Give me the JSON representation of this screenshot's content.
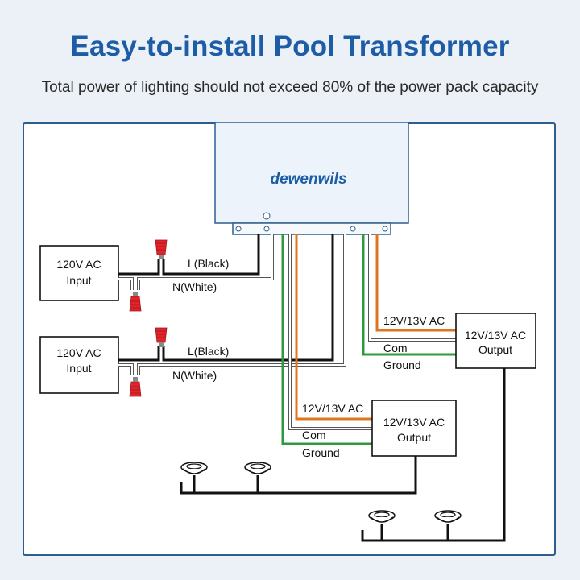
{
  "header": {
    "title": "Easy-to-install Pool Transformer",
    "subtitle": "Total power of lighting should not exceed 80% of the power pack capacity"
  },
  "transformer": {
    "brand": "dewenwils",
    "body_color": "#edf3fa",
    "border_color": "#2e5d8f",
    "brand_color": "#1d5da6"
  },
  "inputs": [
    {
      "line1": "120V AC",
      "line2": "Input",
      "hot_label": "L(Black)",
      "neutral_label": "N(White)"
    },
    {
      "line1": "120V AC",
      "line2": "Input",
      "hot_label": "L(Black)",
      "neutral_label": "N(White)"
    }
  ],
  "outputs": [
    {
      "line1": "12V/13V AC",
      "line2": "Output",
      "v_label": "12V/13V AC",
      "com_label": "Com",
      "ground_label": "Ground"
    },
    {
      "line1": "12V/13V AC",
      "line2": "Output",
      "v_label": "12V/13V AC",
      "com_label": "Com",
      "ground_label": "Ground"
    }
  ],
  "wire_colors": {
    "hot": "#1a1a1a",
    "neutral": "#ffffff",
    "neutral_outline": "#555555",
    "voltage": "#e07520",
    "ground": "#2e9a3e",
    "common": "#ffffff",
    "wire_nut": "#e0242c"
  },
  "icons": [
    "wire-nut-icon",
    "pool-light-icon",
    "screw-icon"
  ]
}
